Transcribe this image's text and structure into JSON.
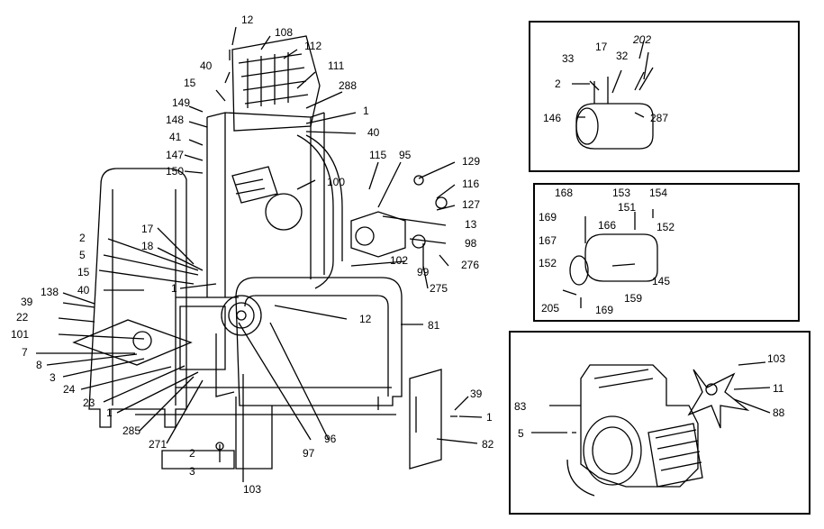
{
  "main": {
    "labels": [
      "12",
      "108",
      "112",
      "40",
      "111",
      "15",
      "288",
      "149",
      "1",
      "148",
      "40",
      "41",
      "147",
      "150",
      "115",
      "95",
      "129",
      "116",
      "127",
      "100",
      "13",
      "98",
      "17",
      "2",
      "18",
      "5",
      "99",
      "276",
      "102",
      "15",
      "275",
      "40",
      "138",
      "39",
      "1",
      "22",
      "12",
      "101",
      "81",
      "7",
      "8",
      "3",
      "24",
      "23",
      "1",
      "285",
      "271",
      "2",
      "3",
      "103",
      "96",
      "97",
      "39",
      "1",
      "82"
    ]
  },
  "inset_top": {
    "labels": [
      "33",
      "17",
      "202",
      "32",
      "2",
      "146",
      "287"
    ]
  },
  "inset_middle": {
    "labels": [
      "168",
      "153",
      "154",
      "151",
      "169",
      "166",
      "152",
      "167",
      "152",
      "145",
      "205",
      "159",
      "169"
    ]
  },
  "inset_bottom": {
    "labels": [
      "103",
      "83",
      "11",
      "5",
      "88"
    ]
  }
}
